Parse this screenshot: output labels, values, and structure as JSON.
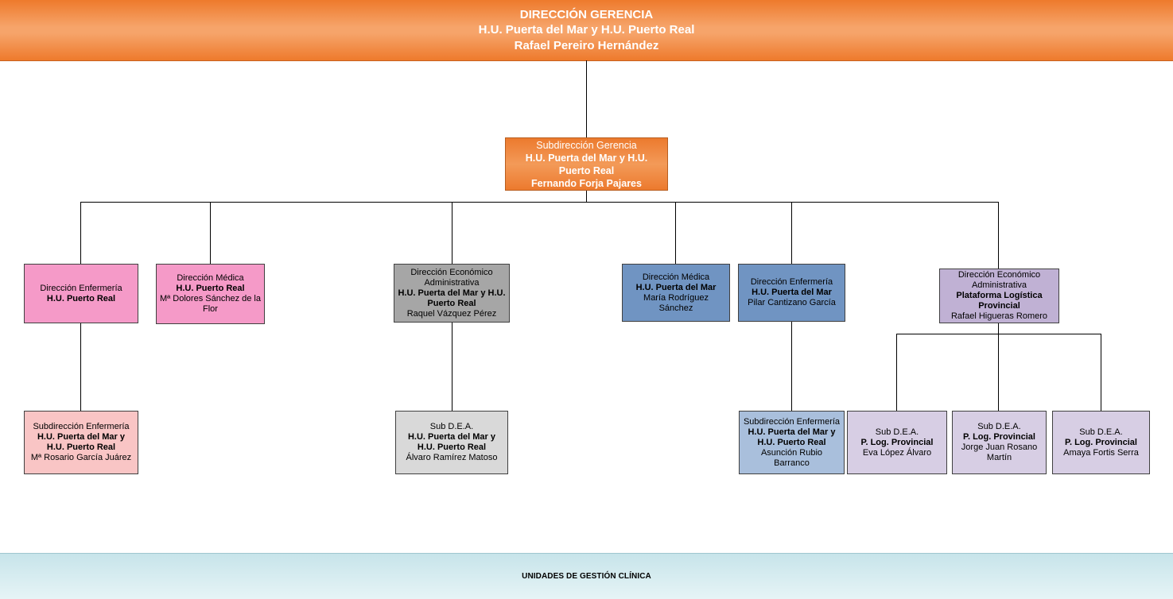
{
  "header": {
    "line1": "DIRECCIÓN GERENCIA",
    "line2": "H.U. Puerta del Mar y H.U. Puerto Real",
    "line3": "Rafael Pereiro Hernández"
  },
  "subdireccion_gerencia": {
    "title": "Subdirección Gerencia",
    "org": "H.U. Puerta del Mar y H.U. Puerto Real",
    "name": "Fernando Forja Pajares"
  },
  "level2": [
    {
      "title": "Dirección Enfermería",
      "org": "H.U. Puerto Real",
      "name": ""
    },
    {
      "title": "Dirección Médica",
      "org": "H.U. Puerto Real",
      "name": "Mª Dolores Sánchez de la Flor"
    },
    {
      "title": "Dirección Económico Administrativa",
      "org": "H.U. Puerta del Mar y H.U. Puerto Real",
      "name": "Raquel Vázquez Pérez"
    },
    {
      "title": "Dirección Médica",
      "org": "H.U. Puerta del Mar",
      "name": "María Rodríguez Sánchez"
    },
    {
      "title": "Dirección Enfermería",
      "org": "H.U. Puerta del Mar",
      "name": "Pilar Cantizano García"
    },
    {
      "title": "Dirección Económico Administrativa",
      "org": "Plataforma Logística Provincial",
      "name": "Rafael Higueras Romero"
    }
  ],
  "level3": [
    {
      "title": "Subdirección Enfermería",
      "org": "H.U. Puerta del Mar y H.U. Puerto Real",
      "name": "Mª Rosario García Juárez"
    },
    {
      "title": "Sub D.E.A.",
      "org": "H.U. Puerta del Mar y H.U. Puerto Real",
      "name": "Álvaro Ramírez Matoso"
    },
    {
      "title": "Subdirección Enfermería",
      "org": "H.U. Puerta del Mar y H.U. Puerto Real",
      "name": "Asunción Rubio Barranco"
    },
    {
      "title": "Sub D.E.A.",
      "org": "P. Log. Provincial",
      "name": "Eva López Álvaro"
    },
    {
      "title": "Sub D.E.A.",
      "org": "P. Log. Provincial",
      "name": "Jorge Juan Rosano Martín"
    },
    {
      "title": "Sub D.E.A.",
      "org": "P. Log. Provincial",
      "name": "Amaya Fortis Serra"
    }
  ],
  "footer": {
    "label": "UNIDADES DE GESTIÓN CLÍNICA"
  }
}
